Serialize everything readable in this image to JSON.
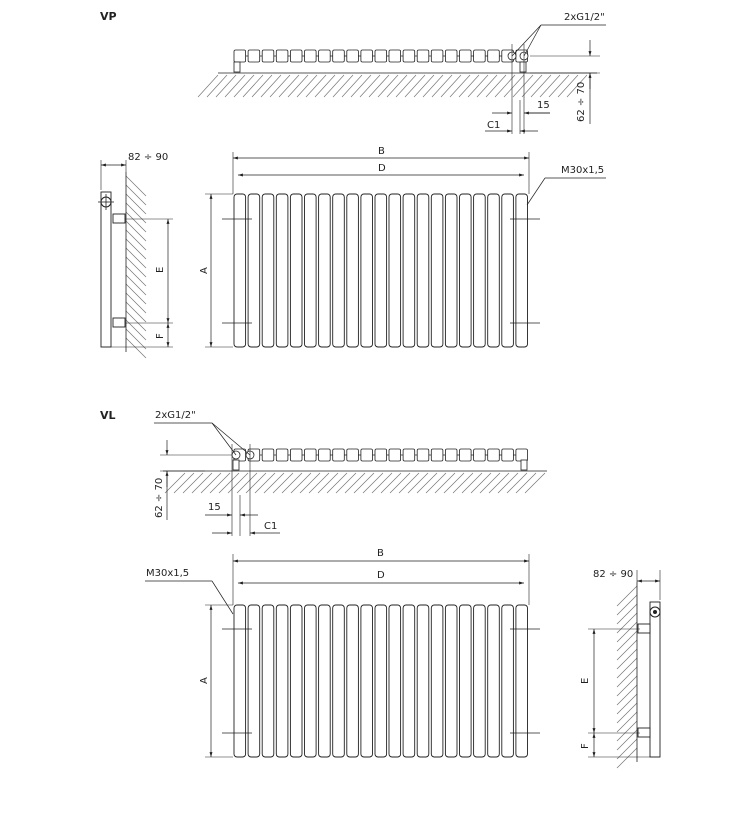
{
  "sections": {
    "vp": {
      "title": "VP",
      "top": {
        "connection": "2xG1/2\"",
        "offset": "15",
        "c1": "C1",
        "height": "62 ÷ 70"
      },
      "side": {
        "depth": "82 ÷ 90",
        "e": "E",
        "f": "F"
      },
      "front": {
        "b": "B",
        "d": "D",
        "a": "A",
        "thread": "M30x1,5"
      }
    },
    "vl": {
      "title": "VL",
      "top": {
        "connection": "2xG1/2\"",
        "offset": "15",
        "c1": "C1",
        "height": "62 ÷ 70"
      },
      "side": {
        "depth": "82 ÷ 90",
        "e": "E",
        "f": "F"
      },
      "front": {
        "b": "B",
        "d": "D",
        "a": "A",
        "thread": "M30x1,5"
      }
    }
  },
  "radiator": {
    "columns": 21
  },
  "colors": {
    "line": "#222222",
    "hatch": "#777777",
    "background": "#ffffff"
  }
}
